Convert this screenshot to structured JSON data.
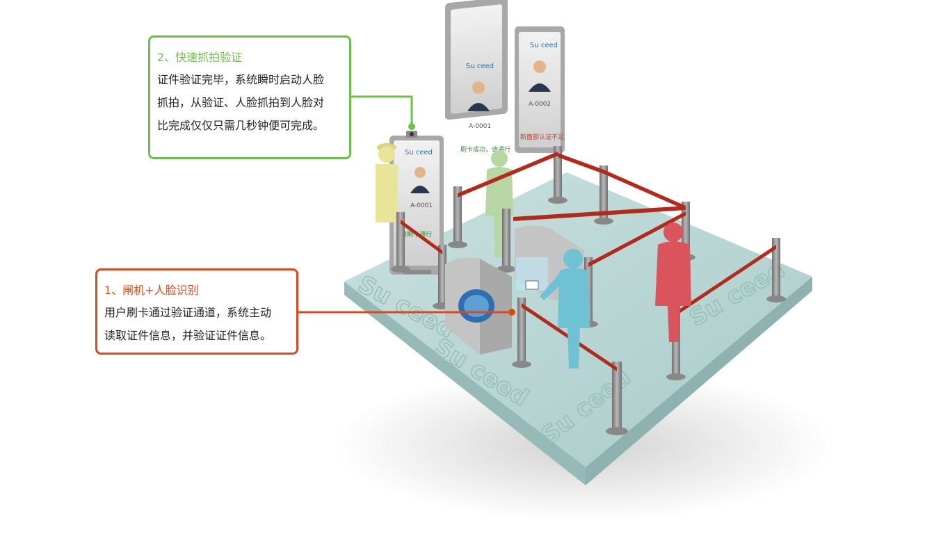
{
  "callouts": {
    "capture": {
      "title": "2、快速抓拍验证",
      "lines": [
        "证件验证完毕，系统瞬时启动人脸",
        "抓拍，从验证、人脸抓拍到人脸对",
        "比完成仅仅只需几秒钟便可完成。"
      ]
    },
    "gate": {
      "title": "1、闸机+人脸识别",
      "lines": [
        "用户刷卡通过验证通道，系统主动",
        "读取证件信息，并验证证件信息。"
      ]
    }
  },
  "scene": {
    "brand": "Su ceed",
    "kiosk_ids": [
      "A-0001",
      "A-0001",
      "A-0002"
    ],
    "kiosk_status": [
      "请刷卡通行",
      "刷卡成功，请通行",
      "新面部认证不足"
    ]
  },
  "colors": {
    "capture_accent": "#6cc04a",
    "gate_accent": "#d84a1b",
    "platform": "#b9d6d4",
    "barrier_tape": "#b22a1c",
    "person_blue": "#6fc1d4",
    "person_red": "#d9545c",
    "person_green": "#b9d7a4",
    "person_yellow": "#e8e49a"
  }
}
